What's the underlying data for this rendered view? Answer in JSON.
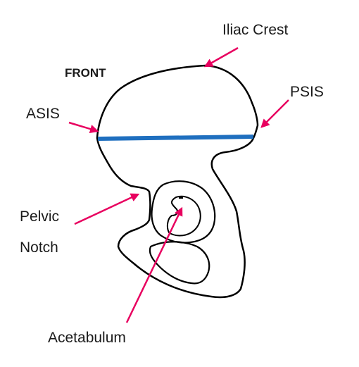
{
  "labels": {
    "iliac_crest": "Iliac Crest",
    "front": "FRONT",
    "psis": "PSIS",
    "asis": "ASIS",
    "pelvic": "Pelvic",
    "notch": "Notch",
    "acetabulum": "Acetabulum"
  },
  "colors": {
    "outline": "#000000",
    "arrow": "#e8005f",
    "measure_line": "#1f6fbf",
    "text": "#1a1a1a",
    "background": "#ffffff"
  }
}
